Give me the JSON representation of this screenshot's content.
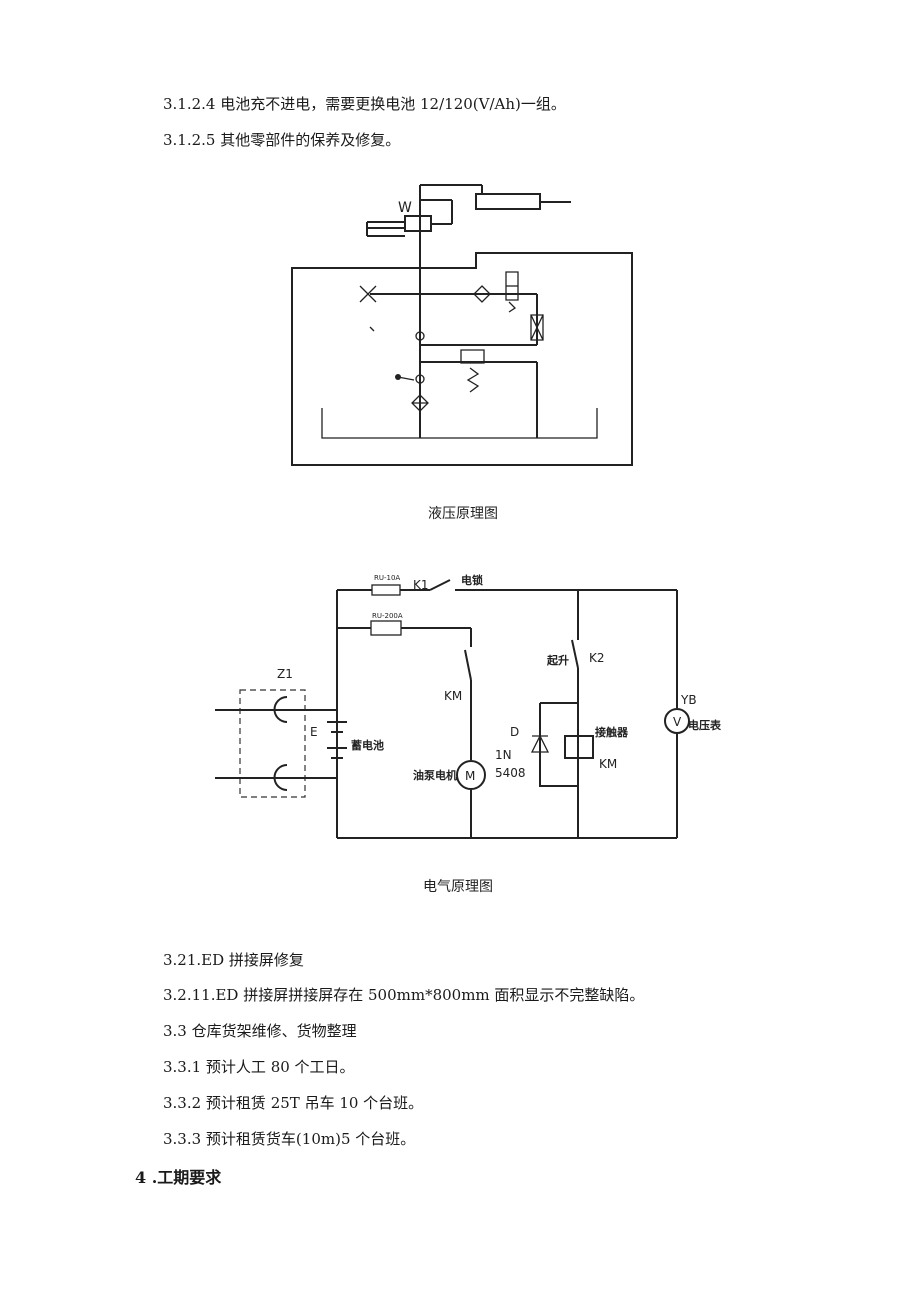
{
  "paragraphs_top": [
    "3.1.2.4 电池充不进电，需要更换电池 12/120(V/Ah)一组。",
    "3.1.2.5 其他零部件的保养及修复。"
  ],
  "hydraulic": {
    "caption": "液压原理图",
    "label_w": "W"
  },
  "electrical": {
    "caption": "电气原理图",
    "labels": {
      "fuse1": "RU-10A",
      "fuse2": "RU-200A",
      "k1": "K1",
      "lock": "电锁",
      "z1": "Z1",
      "km_switch": "KM",
      "e": "E",
      "battery": "蓄电池",
      "pump_motor": "油泵电机",
      "motor_m": "M",
      "lift": "起升",
      "k2": "K2",
      "d": "D",
      "diode_1n": "1N",
      "diode_5408": "5408",
      "contactor": "接触器",
      "km_coil": "KM",
      "yb": "YB",
      "v": "V",
      "voltmeter": "电压表"
    }
  },
  "paragraphs_bottom": [
    "3.21.ED 拼接屏修复",
    "3.2.11.ED 拼接屏拼接屏存在 500mm*800mm 面积显示不完整缺陷。",
    "3.3 仓库货架维修、货物整理",
    "3.3.1 预计人工 80 个工日。",
    "3.3.2 预计租赁 25T 吊车 10 个台班。",
    "3.3.3 预计租赁货车(10m)5 个台班。"
  ],
  "section_heading": "4  .工期要求"
}
